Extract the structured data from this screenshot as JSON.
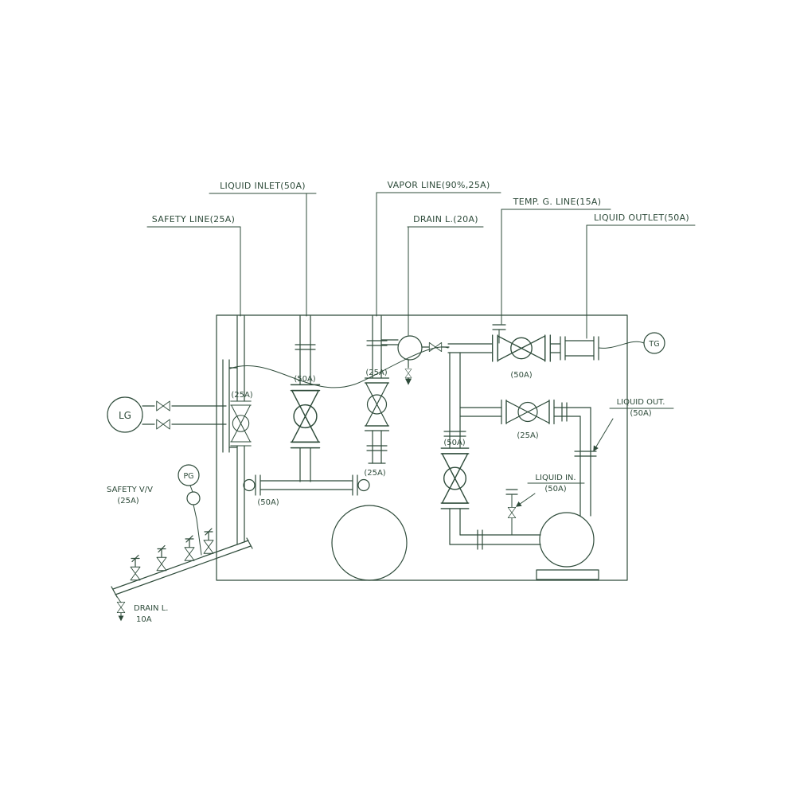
{
  "page": {
    "background": "#ffffff"
  },
  "diagram": {
    "colors": {
      "ink": "#2e4b3a",
      "background": "#ffffff"
    },
    "top_labels": {
      "safety_line": "SAFETY LINE(25A)",
      "liquid_inlet": "LIQUID INLET(50A)",
      "vapor_line": "VAPOR LINE(90%,25A)",
      "drain_line_20a": "DRAIN L.(20A)",
      "temp_g_line": "TEMP. G. LINE(15A)",
      "liquid_outlet": "LIQUID OUTLET(50A)"
    },
    "gauges": {
      "level": "LG",
      "pressure": "PG",
      "temperature": "TG"
    },
    "valve_tags": {
      "safety_riser_valve": "(25A)",
      "inlet_valve": "(50A)",
      "vapor_valve": "(25A)",
      "vapor_branch_size": "(25A)",
      "inlet_manifold": "(50A)",
      "outlet_top_valve": "(50A)",
      "bypass_valve": "(25A)",
      "pump_suction_valve": "(50A)"
    },
    "callouts": {
      "liquid_out": {
        "line1": "LIQUID OUT.",
        "line2": "(50A)"
      },
      "liquid_in": {
        "line1": "LIQUID IN.",
        "line2": "(50A)"
      },
      "safety_vv": {
        "line1": "SAFETY V/V",
        "line2": "(25A)"
      },
      "drain_10a": {
        "line1": "DRAIN L.",
        "line2": "10A"
      }
    }
  }
}
